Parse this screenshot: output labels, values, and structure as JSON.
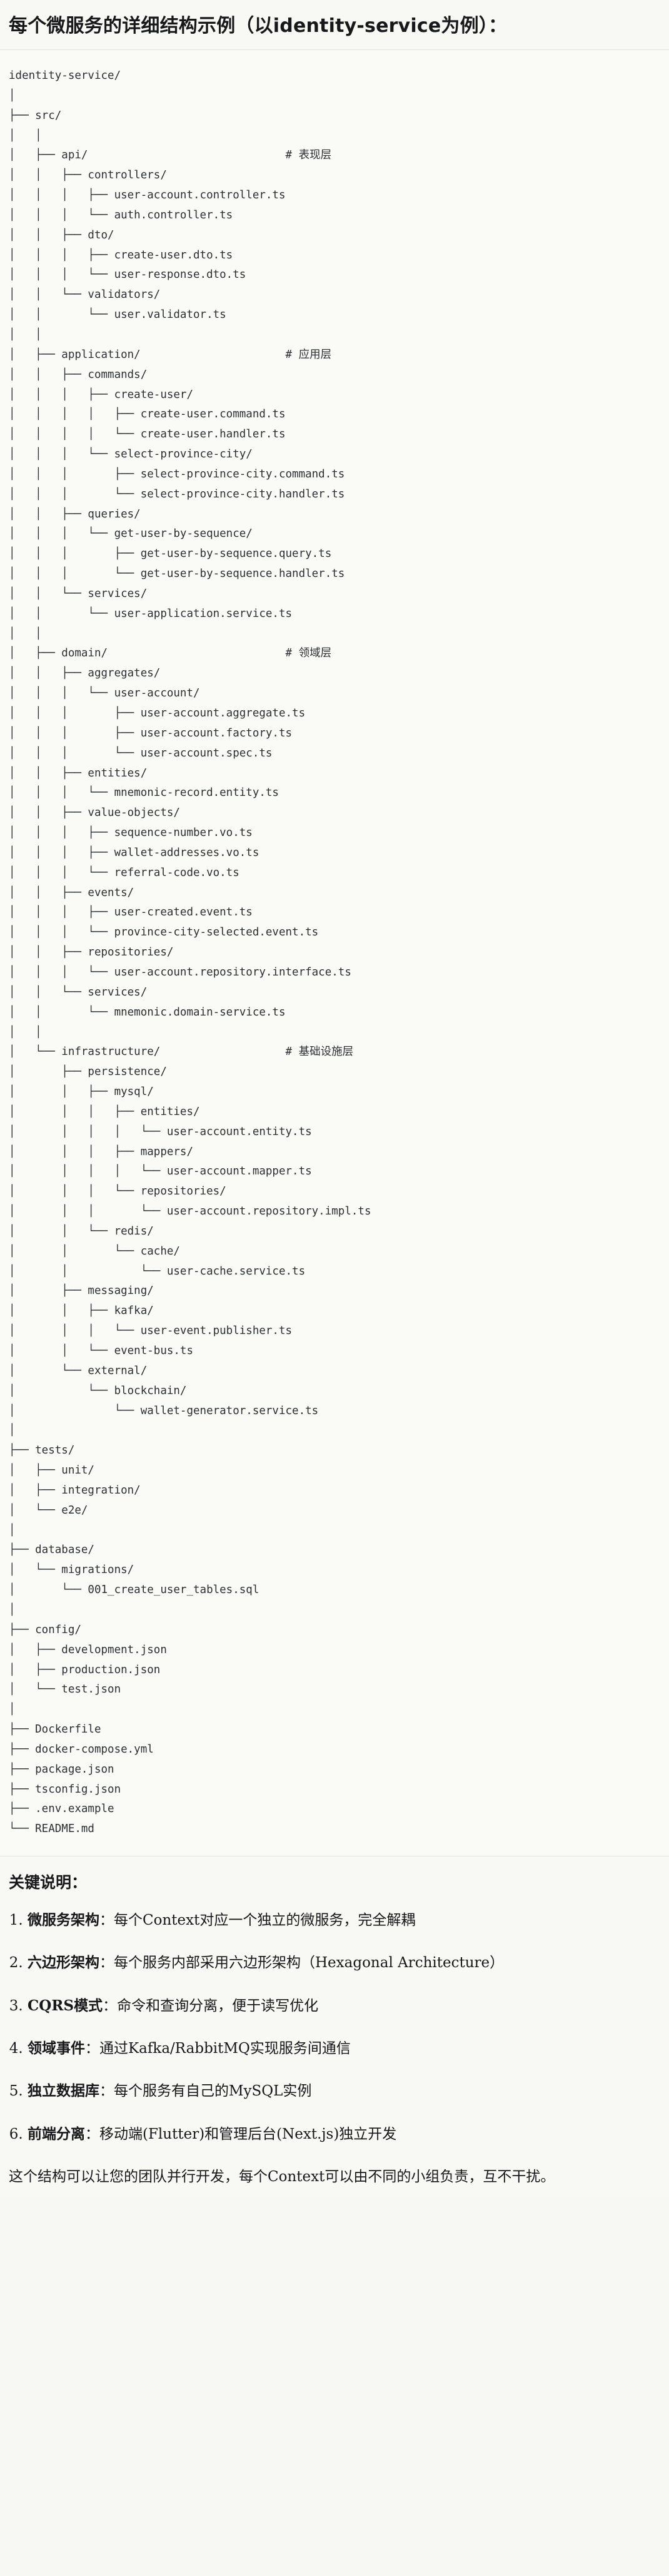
{
  "document": {
    "title": "每个微服务的详细结构示例（以identity-service为例）：",
    "notes_heading": "关键说明：",
    "closing_line": "这个结构可以让您的团队并行开发，每个Context可以由不同的小组负责，互不干扰。"
  },
  "tree": {
    "root": "identity-service/",
    "lines": [
      "identity-service/",
      "│",
      "├── src/",
      "│   │",
      "│   ├── api/                              # 表现层",
      "│   │   ├── controllers/",
      "│   │   │   ├── user-account.controller.ts",
      "│   │   │   └── auth.controller.ts",
      "│   │   ├── dto/",
      "│   │   │   ├── create-user.dto.ts",
      "│   │   │   └── user-response.dto.ts",
      "│   │   └── validators/",
      "│   │       └── user.validator.ts",
      "│   │",
      "│   ├── application/                      # 应用层",
      "│   │   ├── commands/",
      "│   │   │   ├── create-user/",
      "│   │   │   │   ├── create-user.command.ts",
      "│   │   │   │   └── create-user.handler.ts",
      "│   │   │   └── select-province-city/",
      "│   │   │       ├── select-province-city.command.ts",
      "│   │   │       └── select-province-city.handler.ts",
      "│   │   ├── queries/",
      "│   │   │   └── get-user-by-sequence/",
      "│   │   │       ├── get-user-by-sequence.query.ts",
      "│   │   │       └── get-user-by-sequence.handler.ts",
      "│   │   └── services/",
      "│   │       └── user-application.service.ts",
      "│   │",
      "│   ├── domain/                           # 领域层",
      "│   │   ├── aggregates/",
      "│   │   │   └── user-account/",
      "│   │   │       ├── user-account.aggregate.ts",
      "│   │   │       ├── user-account.factory.ts",
      "│   │   │       └── user-account.spec.ts",
      "│   │   ├── entities/",
      "│   │   │   └── mnemonic-record.entity.ts",
      "│   │   ├── value-objects/",
      "│   │   │   ├── sequence-number.vo.ts",
      "│   │   │   ├── wallet-addresses.vo.ts",
      "│   │   │   └── referral-code.vo.ts",
      "│   │   ├── events/",
      "│   │   │   ├── user-created.event.ts",
      "│   │   │   └── province-city-selected.event.ts",
      "│   │   ├── repositories/",
      "│   │   │   └── user-account.repository.interface.ts",
      "│   │   └── services/",
      "│   │       └── mnemonic.domain-service.ts",
      "│   │",
      "│   └── infrastructure/                   # 基础设施层",
      "│       ├── persistence/",
      "│       │   ├── mysql/",
      "│       │   │   ├── entities/",
      "│       │   │   │   └── user-account.entity.ts",
      "│       │   │   ├── mappers/",
      "│       │   │   │   └── user-account.mapper.ts",
      "│       │   │   └── repositories/",
      "│       │   │       └── user-account.repository.impl.ts",
      "│       │   └── redis/",
      "│       │       └── cache/",
      "│       │           └── user-cache.service.ts",
      "│       ├── messaging/",
      "│       │   ├── kafka/",
      "│       │   │   └── user-event.publisher.ts",
      "│       │   └── event-bus.ts",
      "│       └── external/",
      "│           └── blockchain/",
      "│               └── wallet-generator.service.ts",
      "│",
      "├── tests/",
      "│   ├── unit/",
      "│   ├── integration/",
      "│   └── e2e/",
      "│",
      "├── database/",
      "│   └── migrations/",
      "│       └── 001_create_user_tables.sql",
      "│",
      "├── config/",
      "│   ├── development.json",
      "│   ├── production.json",
      "│   └── test.json",
      "│",
      "├── Dockerfile",
      "├── docker-compose.yml",
      "├── package.json",
      "├── tsconfig.json",
      "├── .env.example",
      "└── README.md"
    ],
    "layer_comments": [
      {
        "path": "api/",
        "comment": "# 表现层"
      },
      {
        "path": "application/",
        "comment": "# 应用层"
      },
      {
        "path": "domain/",
        "comment": "# 领域层"
      },
      {
        "path": "infrastructure/",
        "comment": "# 基础设施层"
      }
    ]
  },
  "notes": [
    {
      "term": "微服务架构",
      "sep": "：",
      "desc": "每个Context对应一个独立的微服务，完全解耦"
    },
    {
      "term": "六边形架构",
      "sep": "：",
      "desc": "每个服务内部采用六边形架构（Hexagonal Architecture）"
    },
    {
      "term": "CQRS模式",
      "sep": "：",
      "desc": "命令和查询分离，便于读写优化"
    },
    {
      "term": "领域事件",
      "sep": "：",
      "desc": "通过Kafka/RabbitMQ实现服务间通信"
    },
    {
      "term": "独立数据库",
      "sep": "：",
      "desc": "每个服务有自己的MySQL实例"
    },
    {
      "term": "前端分离",
      "sep": "：",
      "desc": "移动端(Flutter)和管理后台(Next.js)独立开发"
    }
  ],
  "colors": {
    "background": "#f8f8f5",
    "code_background": "#fafaf7",
    "text": "#17181a",
    "code_text": "#2b2f33",
    "divider": "#e2e2dc"
  }
}
